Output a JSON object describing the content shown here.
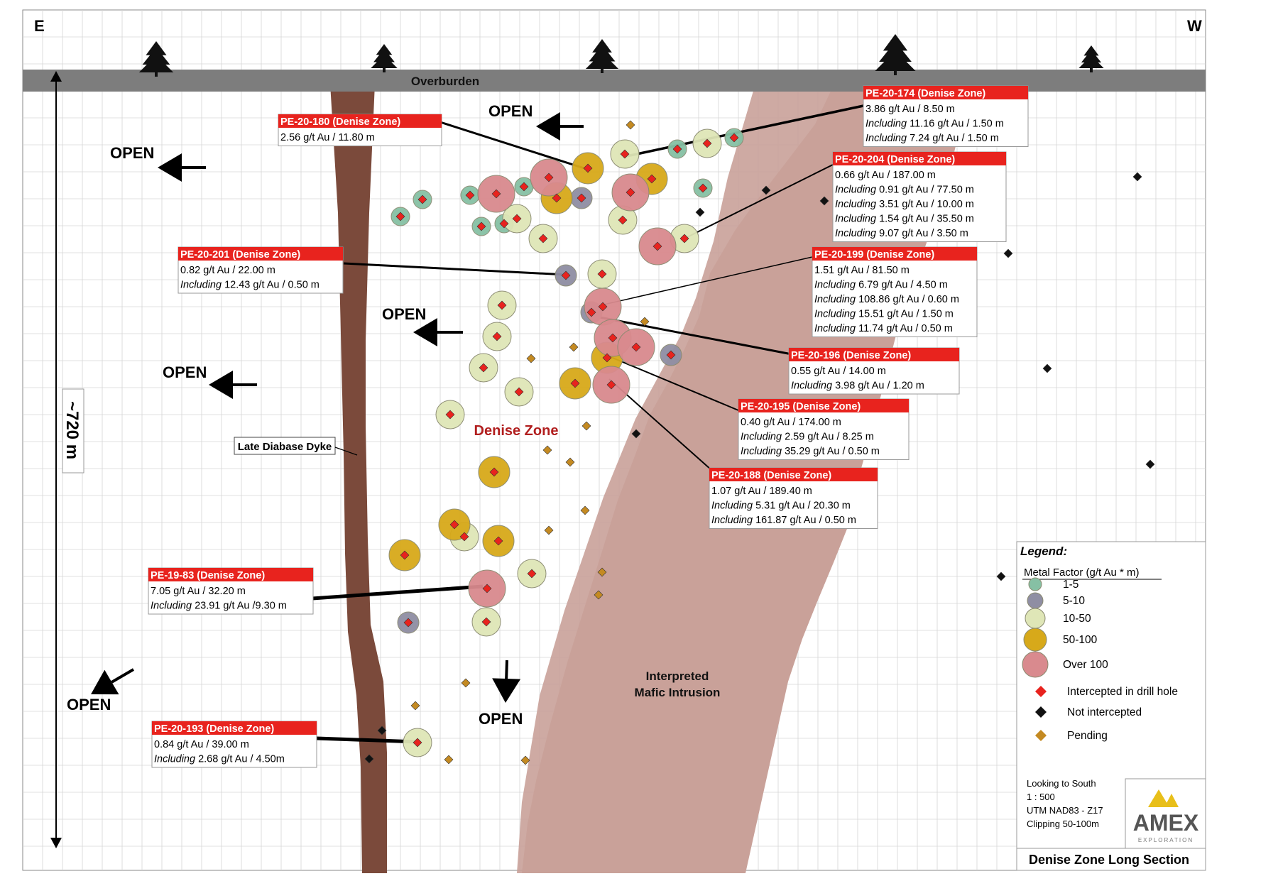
{
  "directions": {
    "east": "E",
    "west": "W"
  },
  "overburden": "Overburden",
  "depth": "~720 m",
  "zone_name": "Denise Zone",
  "dyke_label": "Late Diabase Dyke",
  "intrusion": {
    "line1": "Interpreted",
    "line2": "Mafic Intrusion"
  },
  "open_label": "OPEN",
  "drill_holes": [
    {
      "name": "PE-20-174 (Denise Zone)",
      "lines": [
        "3.86 g/t Au / 8.50 m",
        "Including 11.16 g/t Au / 1.50 m",
        "Including 7.24 g/t Au / 1.50 m"
      ]
    },
    {
      "name": "PE-20-180 (Denise Zone)",
      "lines": [
        "2.56 g/t Au / 11.80 m"
      ]
    },
    {
      "name": "PE-20-204 (Denise Zone)",
      "lines": [
        "0.66 g/t Au / 187.00 m",
        "Including 0.91 g/t Au / 77.50 m",
        "Including 3.51 g/t Au / 10.00 m",
        "Including 1.54 g/t Au / 35.50 m",
        "Including 9.07 g/t Au / 3.50 m"
      ]
    },
    {
      "name": "PE-20-201 (Denise Zone)",
      "lines": [
        "0.82 g/t Au / 22.00 m",
        "Including 12.43 g/t Au / 0.50 m"
      ]
    },
    {
      "name": "PE-20-199 (Denise Zone)",
      "lines": [
        "1.51 g/t Au / 81.50 m",
        "Including 6.79 g/t Au / 4.50 m",
        "Including 108.86 g/t Au / 0.60 m",
        "Including 15.51 g/t Au / 1.50 m",
        "Including 11.74 g/t Au / 0.50 m"
      ]
    },
    {
      "name": "PE-20-196 (Denise Zone)",
      "lines": [
        "0.55 g/t Au / 14.00 m",
        "Including 3.98 g/t Au / 1.20 m"
      ]
    },
    {
      "name": "PE-20-195 (Denise Zone)",
      "lines": [
        "0.40 g/t Au / 174.00 m",
        "Including 2.59 g/t Au / 8.25 m",
        "Including 35.29 g/t Au / 0.50 m"
      ]
    },
    {
      "name": "PE-20-188 (Denise Zone)",
      "lines": [
        "1.07 g/t Au / 189.40 m",
        "Including 5.31 g/t Au / 20.30 m",
        "Including 161.87 g/t Au / 0.50 m"
      ]
    },
    {
      "name": "PE-19-83 (Denise Zone)",
      "lines": [
        "7.05 g/t Au / 32.20 m",
        "Including 23.91 g/t Au /9.30 m"
      ]
    },
    {
      "name": "PE-20-193 (Denise Zone)",
      "lines": [
        "0.84 g/t Au / 39.00 m",
        "Including 2.68 g/t Au / 4.50m"
      ]
    }
  ],
  "legend": {
    "title": "Legend:",
    "subtitle": "Metal Factor (g/t Au * m)",
    "items": [
      {
        "label": "1-5",
        "color": "#86c0a4"
      },
      {
        "label": "5-10",
        "color": "#8f8ea3"
      },
      {
        "label": "10-50",
        "color": "#dfe6b7"
      },
      {
        "label": "50-100",
        "color": "#d7a91a"
      },
      {
        "label": "Over 100",
        "color": "#d98a8e"
      },
      {
        "label": "Intercepted in drill hole",
        "color": "#e8231e"
      },
      {
        "label": "Not intercepted",
        "color": "#111111"
      },
      {
        "label": "Pending",
        "color": "#c48a22"
      }
    ]
  },
  "info": [
    "Looking to South",
    "1 : 500",
    "UTM NAD83 - Z17",
    "Clipping 50-100m"
  ],
  "logo": {
    "name": "AMEX",
    "sub": "EXPLORATION"
  },
  "section_title": "Denise Zone Long Section",
  "colors": {
    "overburden": "#7d7d7d",
    "dyke": "#7b4a3b",
    "intrusion": "#c9a199",
    "label_red": "#e8231e"
  }
}
